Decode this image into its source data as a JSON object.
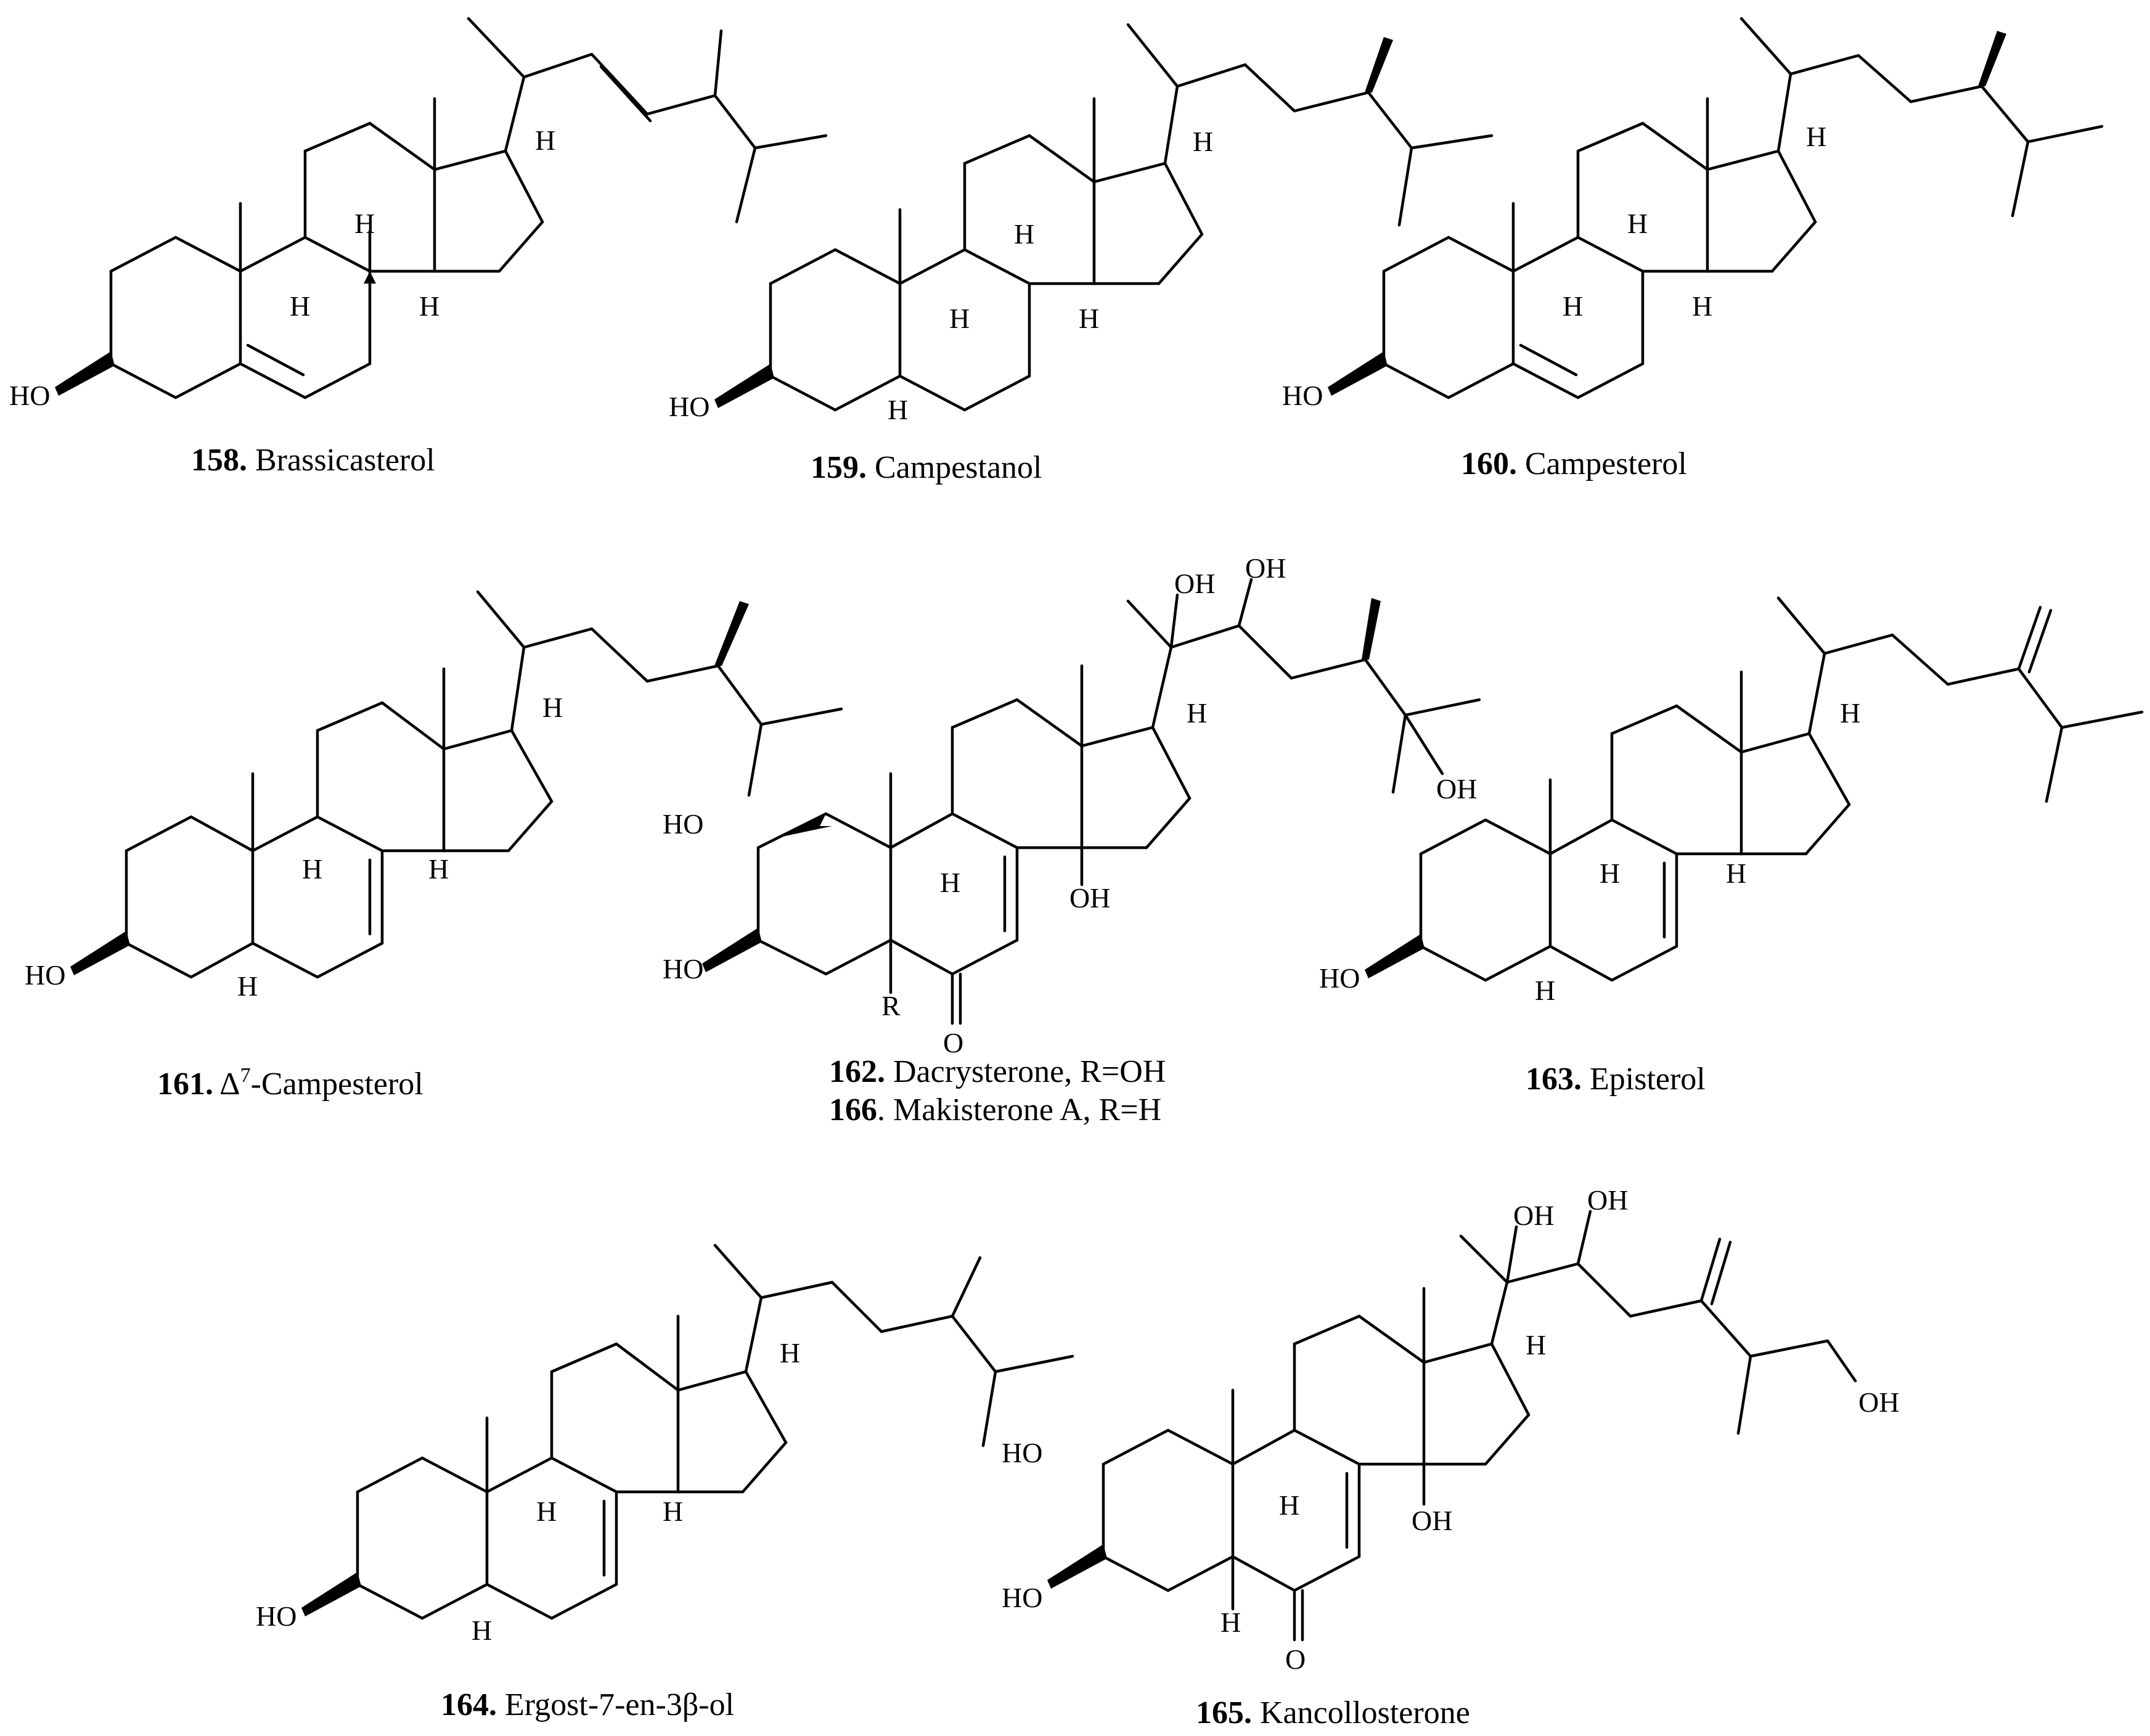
{
  "compounds": [
    {
      "num": "158.",
      "name": "Brassicasterol"
    },
    {
      "num": "159.",
      "name": "Campestanol"
    },
    {
      "num": "160.",
      "name": "Campesterol"
    },
    {
      "num": "161.",
      "name": "-Campesterol",
      "prefix": "Δ",
      "sup": "7"
    },
    {
      "num": "162.",
      "name": "Dacrysterone, R=OH"
    },
    {
      "num": "166",
      "name": ". Makisterone A, R=H"
    },
    {
      "num": "163.",
      "name": "Episterol"
    },
    {
      "num": "164.",
      "name": "Ergost-7-en-3β-ol"
    },
    {
      "num": "165.",
      "name": "Kancollosterone"
    }
  ],
  "labels": {
    "h": "H",
    "ho": "HO",
    "oh": "OH",
    "o": "O",
    "r": "R"
  }
}
